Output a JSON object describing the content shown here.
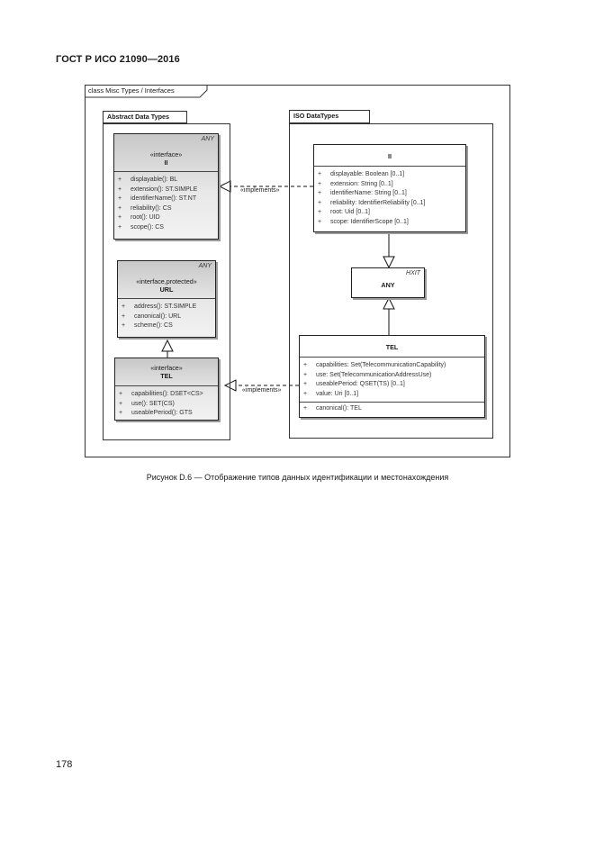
{
  "header": "ГОСТ Р ИСО 21090—2016",
  "page_number": "178",
  "caption": "Рисунок D.6 — Отображение типов данных идентификации и местонахождения",
  "diagram": {
    "frame_label": "class Misc Types / Interfaces",
    "packages": {
      "abstract": "Abstract Data Types",
      "iso": "ISO DataTypes"
    },
    "classes": {
      "ii_interface": {
        "tag": "ANY",
        "stereotype": "«interface»",
        "name": "II",
        "members": [
          "displayable(): BL",
          "extension(): ST.SIMPLE",
          "identifierName(): ST.NT",
          "reliability(): CS",
          "root(): UID",
          "scope(): CS"
        ]
      },
      "url_interface": {
        "tag": "ANY",
        "stereotype": "«interface,protected»",
        "name": "URL",
        "members": [
          "address(): ST.SIMPLE",
          "canonical(): URL",
          "scheme(): CS"
        ]
      },
      "tel_interface": {
        "stereotype": "«interface»",
        "name": "TEL",
        "members": [
          "capabilities(): DSET<CS>",
          "use(): SET(CS)",
          "useablePeriod(): GTS"
        ]
      },
      "ii_class": {
        "name": "II",
        "members": [
          "displayable: Boolean [0..1]",
          "extension: String [0..1]",
          "identifierName: String [0..1]",
          "reliability: IdentifierReliability [0..1]",
          "root: Uid [0..1]",
          "scope: IdentifierScope [0..1]"
        ]
      },
      "any_class": {
        "tag": "HXIT",
        "name": "ANY"
      },
      "tel_class": {
        "name": "TEL",
        "attributes": [
          "capabilities: Set(TelecommunicationCapability)",
          "use: Set(TelecommunicationAddressUse)",
          "useablePeriod: QSET(TS) [0..1]",
          "value: Uri [0..1]"
        ],
        "operations": [
          "canonical(): TEL"
        ]
      }
    },
    "relations": {
      "implements_top": "«implements»",
      "implements_bottom": "«implements»"
    }
  }
}
